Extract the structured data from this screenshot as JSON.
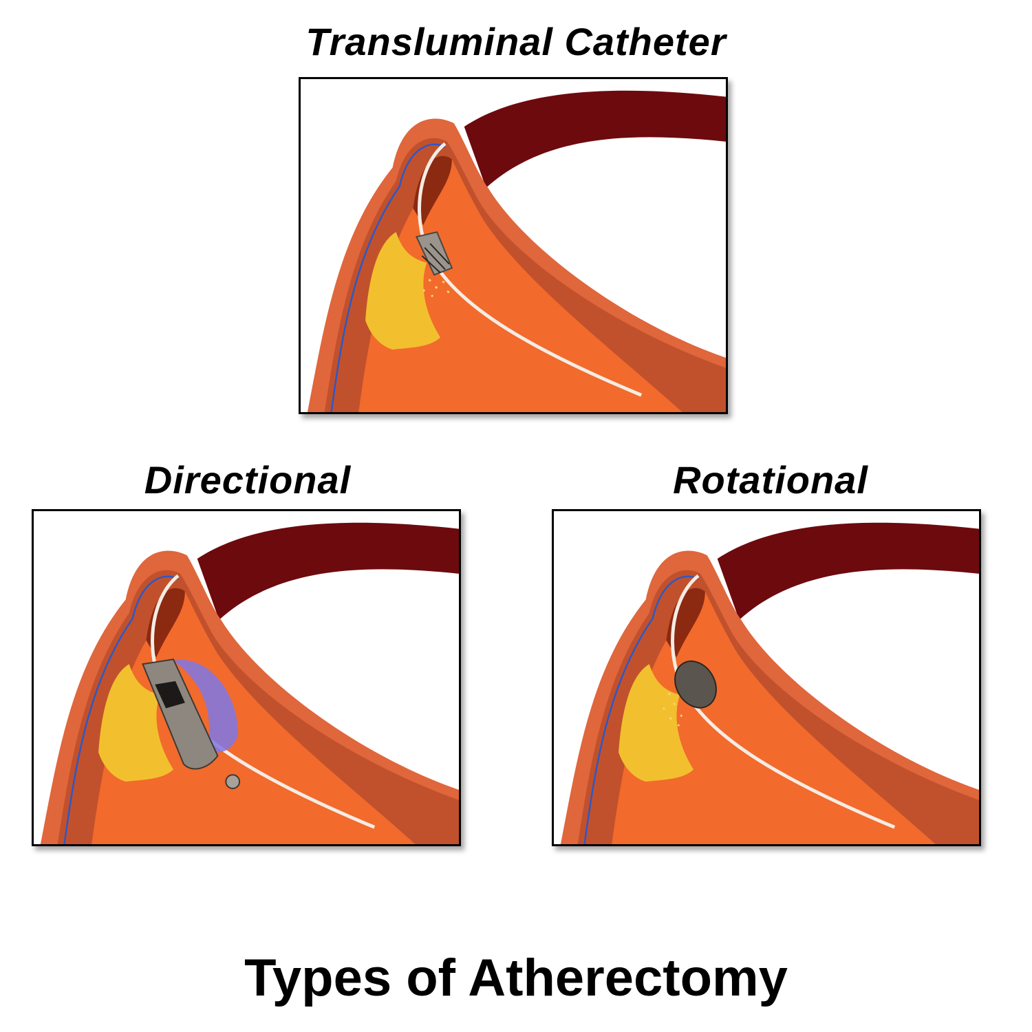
{
  "panels": {
    "top": {
      "title": "Transluminal Catheter",
      "device": "transluminal"
    },
    "left": {
      "title": "Directional",
      "device": "directional"
    },
    "right": {
      "title": "Rotational",
      "device": "rotational"
    }
  },
  "caption": "Types of Atherectomy",
  "colors": {
    "vessel_back": "#6d0a0e",
    "vessel_wall": "#e8663a",
    "vessel_tissue": "#a8401f",
    "vessel_lumen": "#f26a2c",
    "membrane": "#2b58c8",
    "plaque": "#f2c02e",
    "guidewire": "#f4ece4",
    "balloon": "#7f78e8",
    "burr": "#5b5550"
  }
}
